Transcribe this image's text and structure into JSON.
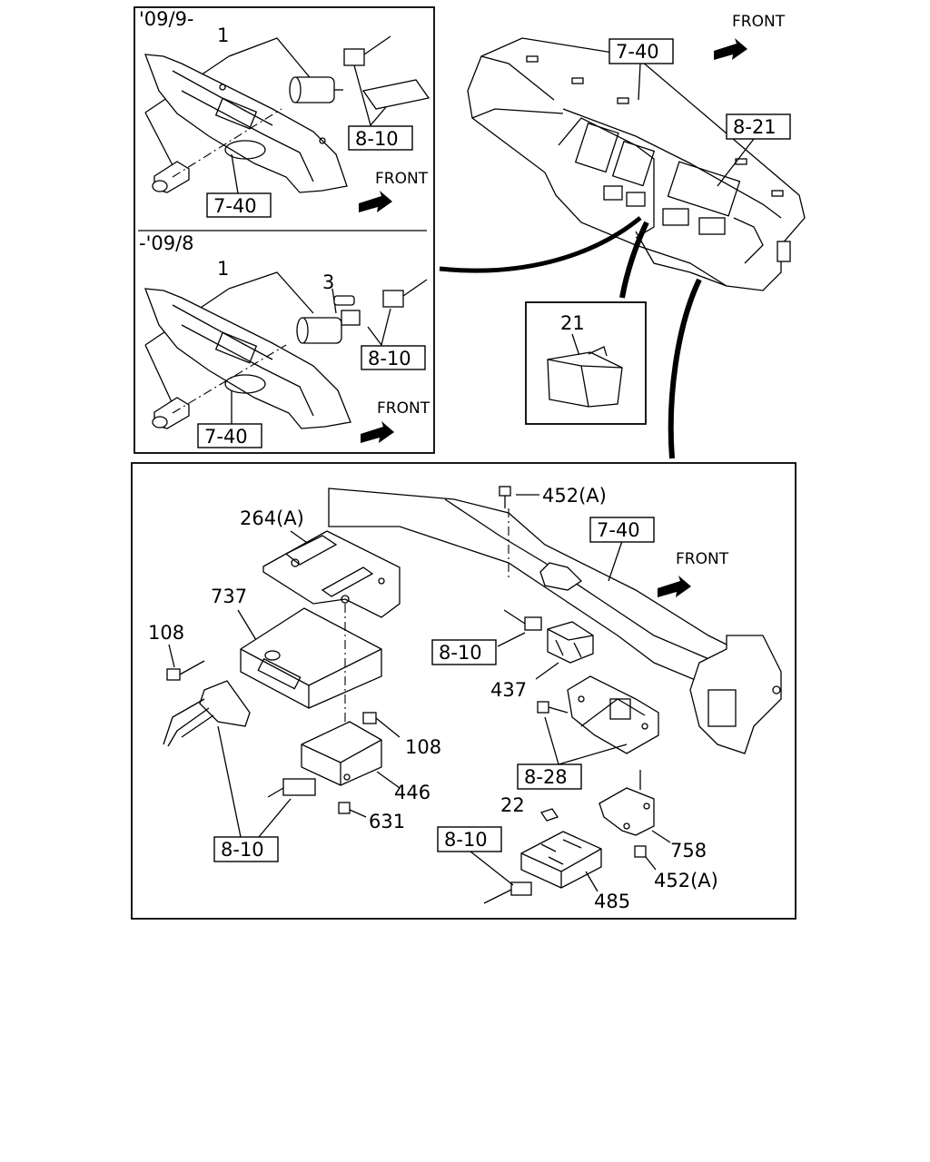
{
  "insets": {
    "top_date_label": "'09/9-",
    "bottom_date_label": "-'09/8"
  },
  "front_labels": [
    "FRONT",
    "FRONT",
    "FRONT",
    "FRONT"
  ],
  "boxed_refs": [
    "7-40",
    "8-21",
    "8-10",
    "7-40",
    "8-10",
    "7-40",
    "7-40",
    "8-10",
    "8-28",
    "8-10",
    "8-10"
  ],
  "callouts": {
    "inset1_part": "1",
    "inset2_part": "1",
    "inset2_part3": "3",
    "detail_part": "21",
    "p452a_top": "452(A)",
    "p264a": "264(A)",
    "p737": "737",
    "p108_left": "108",
    "p108_right": "108",
    "p446": "446",
    "p631": "631",
    "p437": "437",
    "p22": "22",
    "p758": "758",
    "p452a_bottom": "452(A)",
    "p485": "485"
  }
}
